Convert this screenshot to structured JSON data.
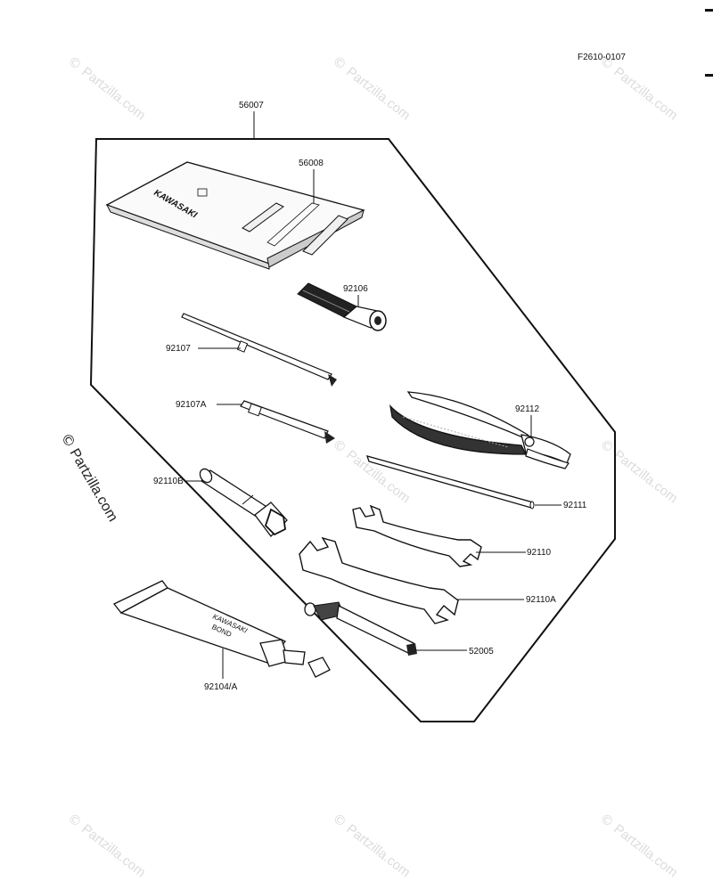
{
  "diagram": {
    "drawing_code": "F2610-0107",
    "parts": {
      "p56007": "56007",
      "p56008": "56008",
      "p92106": "92106",
      "p92107": "92107",
      "p92107A": "92107A",
      "p92112": "92112",
      "p92110B": "92110B",
      "p92111": "92111",
      "p92110": "92110",
      "p92110A": "92110A",
      "p52005": "52005",
      "p92104A": "92104/A"
    },
    "markings": {
      "pouch_brand": "KAWASAKI",
      "tube_brand": "KAWASAKI",
      "tube_product": "BOND"
    }
  },
  "watermark": {
    "symbol": "©",
    "text": "Partzilla.com"
  }
}
